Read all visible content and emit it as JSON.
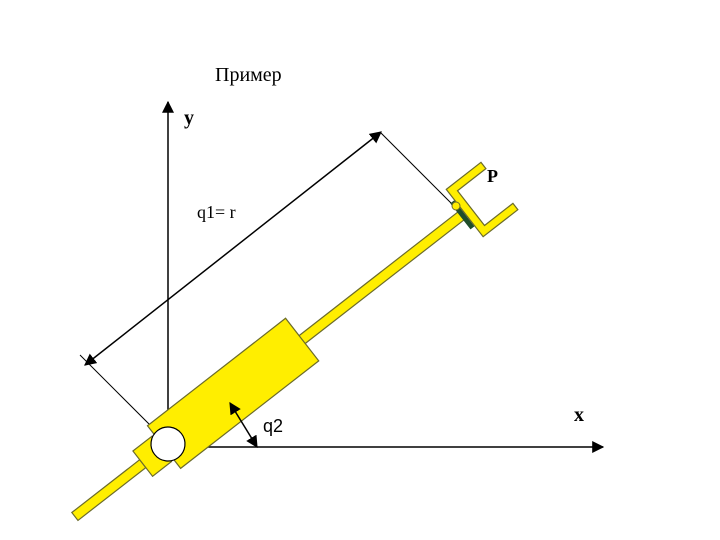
{
  "diagram": {
    "title": "Пример",
    "axis_y_label": "y",
    "axis_x_label": "x",
    "q1_label": "q1= r",
    "q2_label": "q2",
    "point_label": "P"
  },
  "colors": {
    "link": "#ffee00",
    "link_outline": "#6b6b2a",
    "gripper_pad": "#1f4d2b",
    "line": "#000000",
    "background": "#ffffff"
  }
}
